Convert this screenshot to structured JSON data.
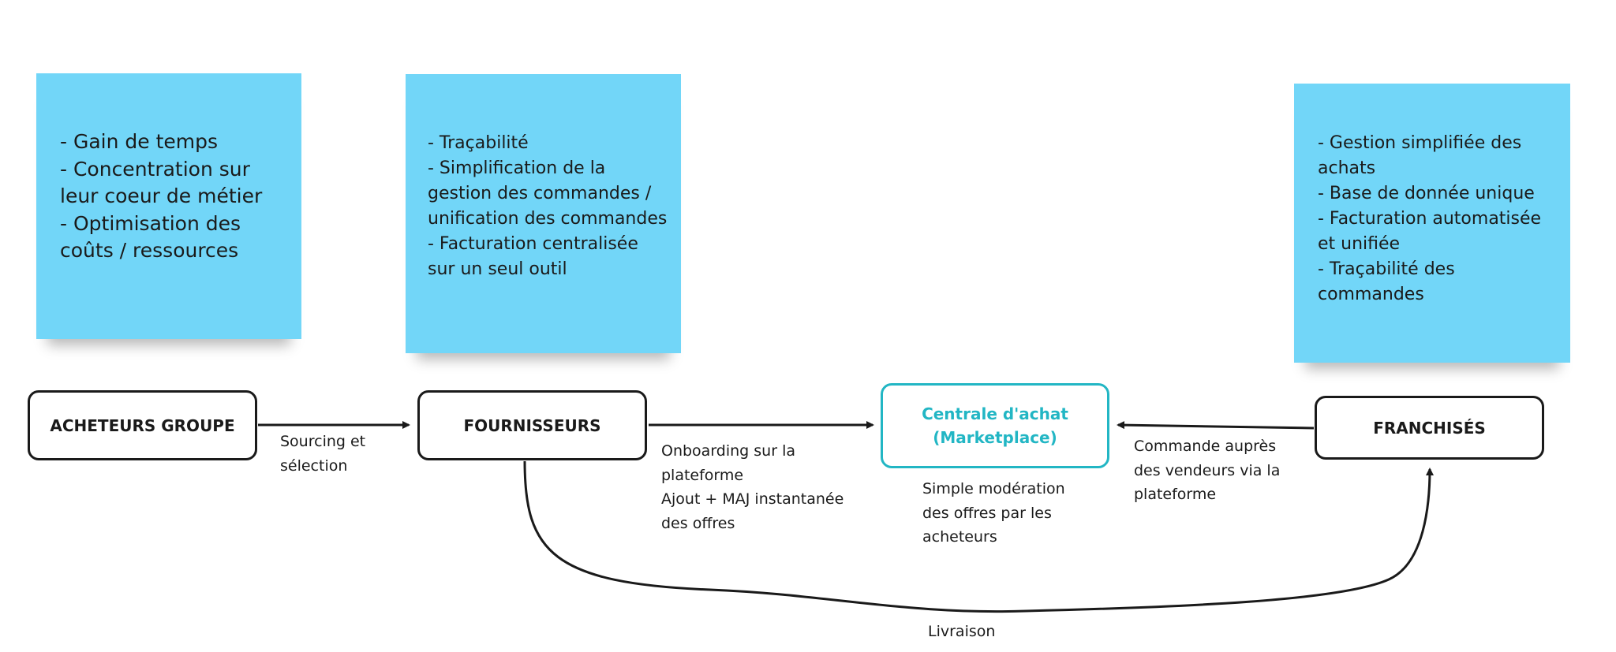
{
  "notes": {
    "acheteurs": [
      "- Gain de temps",
      "- Concentration sur",
      "leur coeur de métier",
      "- Optimisation des",
      "coûts / ressources"
    ],
    "fournisseurs": [
      "- Traçabilité",
      "- Simplification de la",
      "gestion des commandes /",
      "unification des commandes",
      "- Facturation centralisée",
      "sur un seul outil"
    ],
    "franchises": [
      "- Gestion simplifiée des",
      "achats",
      "- Base de donnée unique",
      "- Facturation automatisée",
      "et unifiée",
      "- Traçabilité des",
      "commandes"
    ]
  },
  "nodes": {
    "acheteurs": "ACHETEURS GROUPE",
    "fournisseurs": "FOURNISSEURS",
    "centrale_line1": "Centrale d'achat",
    "centrale_line2": "(Marketplace)",
    "franchises": "FRANCHISÉS"
  },
  "edge_labels": {
    "sourcing": [
      "Sourcing et",
      "sélection"
    ],
    "onboarding": [
      "Onboarding sur la",
      "plateforme",
      "Ajout + MAJ instantanée",
      "des offres"
    ],
    "moderation": [
      "Simple modération",
      "des offres par les",
      "acheteurs"
    ],
    "commande": [
      "Commande auprès",
      "des vendeurs via la",
      "plateforme"
    ],
    "livraison": "Livraison"
  },
  "colors": {
    "sticky": "#72d6f8",
    "centrale_accent": "#22b6c4",
    "stroke": "#1a1a1a"
  }
}
